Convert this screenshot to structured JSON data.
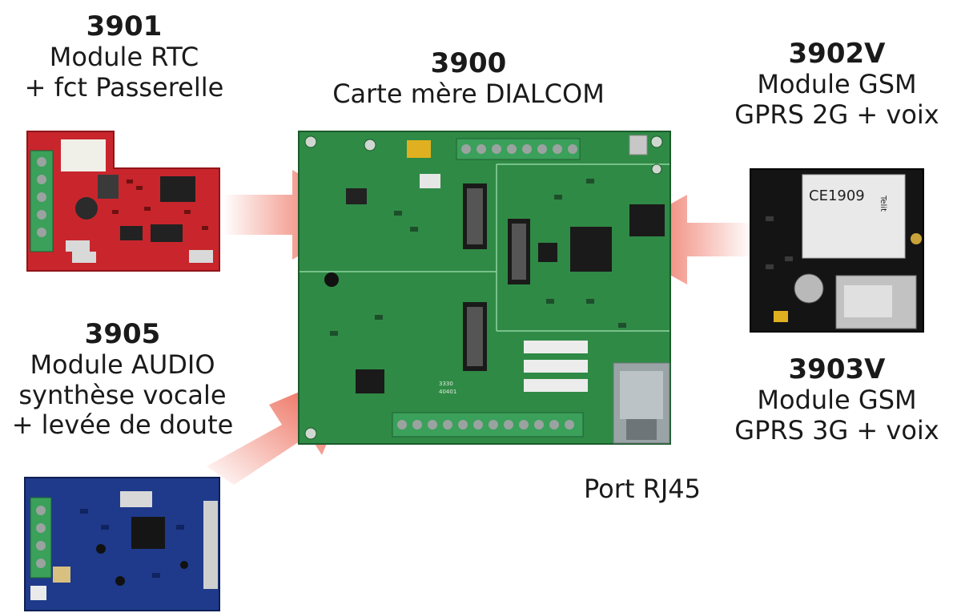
{
  "modules": {
    "rtc": {
      "number": "3901",
      "line1": "Module RTC",
      "line2": "+ fct Passerelle",
      "board_color": "#c8262c"
    },
    "main": {
      "number": "3900",
      "line1": "Carte mère DIALCOM",
      "board_color": "#2f8a45"
    },
    "gsm2g": {
      "number": "3902V",
      "line1": "Module GSM",
      "line2": "GPRS 2G + voix",
      "board_color": "#141414"
    },
    "gsm3g": {
      "number": "3903V",
      "line1": "Module GSM",
      "line2": "GPRS 3G + voix"
    },
    "audio": {
      "number": "3905",
      "line1": "Module AUDIO",
      "line2": "synthèse vocale",
      "line3": "+ levée de doute",
      "board_color": "#1f3a8a"
    }
  },
  "port": {
    "label": "Port RJ45"
  },
  "chip_marks": {
    "ce_mark": "CE1909",
    "telit": "Telit",
    "board_code_1": "3330",
    "board_code_2": "40401"
  },
  "colors": {
    "arrow": "#e8432c",
    "terminal_green": "#3aa05a"
  }
}
